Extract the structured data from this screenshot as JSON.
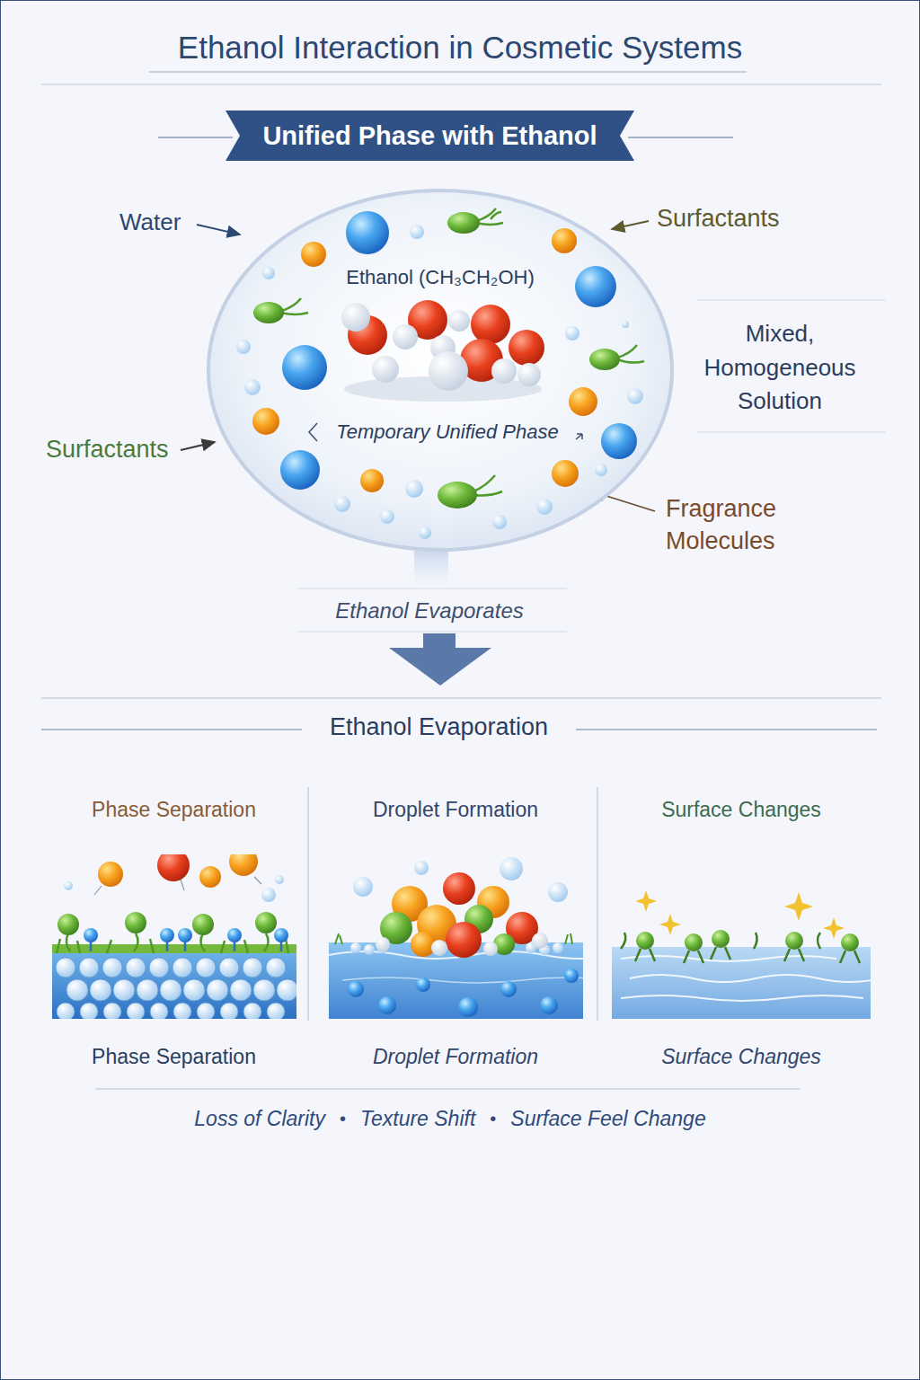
{
  "diagram": {
    "title": "Ethanol Interaction in Cosmetic Systems",
    "nodes": [
      {
        "text": [
          "Unified Phase with Ethanol"
        ]
      },
      {
        "text": [
          "Ethanol (CH₃CH₂OH)",
          "Temporary Unified Phase"
        ]
      },
      {
        "text": [
          "Phase Separation",
          "Phase Separation"
        ]
      },
      {
        "text": [
          "Droplet Formation",
          "Droplet Formation"
        ]
      },
      {
        "text": [
          "Surface Changes",
          "Surface Changes"
        ]
      }
    ],
    "labels": [
      "Water",
      "Surfactants",
      "Mixed, Homogeneous Solution",
      "Surfactants",
      "Fragrance Molecules",
      "Ethanol Evaporates",
      "Ethanol Evaporation",
      "Loss of Clarity",
      "•",
      "Texture Shift",
      "•",
      "Surface Feel Change"
    ]
  }
}
